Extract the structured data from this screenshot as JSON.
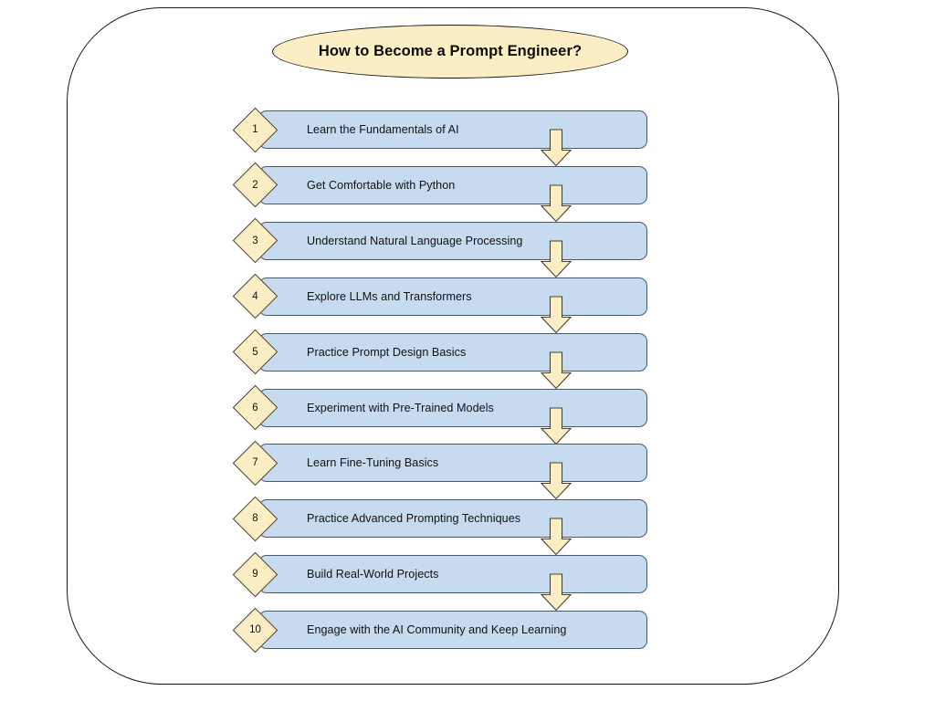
{
  "diagram": {
    "type": "vertical-step-flowchart",
    "title": "How to Become a Prompt Engineer?",
    "colors": {
      "title_fill": "#fbeec4",
      "step_bar_fill": "#c6dbef",
      "diamond_fill": "#fbeec4",
      "arrow_fill": "#fbeec4",
      "outline": "#1a1a1a",
      "text": "#111111",
      "background": "#ffffff"
    },
    "steps": [
      {
        "number": "1",
        "label": "Learn the Fundamentals of AI"
      },
      {
        "number": "2",
        "label": "Get Comfortable with Python"
      },
      {
        "number": "3",
        "label": "Understand Natural Language Processing"
      },
      {
        "number": "4",
        "label": "Explore LLMs and Transformers"
      },
      {
        "number": "5",
        "label": "Practice Prompt Design Basics"
      },
      {
        "number": "6",
        "label": "Experiment with Pre-Trained Models"
      },
      {
        "number": "7",
        "label": "Learn Fine-Tuning Basics"
      },
      {
        "number": "8",
        "label": "Practice Advanced Prompting Techniques"
      },
      {
        "number": "9",
        "label": "Build Real-World Projects"
      },
      {
        "number": "10",
        "label": "Engage with the AI Community and Keep Learning"
      }
    ],
    "connector_icon": "down-arrow-icon"
  }
}
